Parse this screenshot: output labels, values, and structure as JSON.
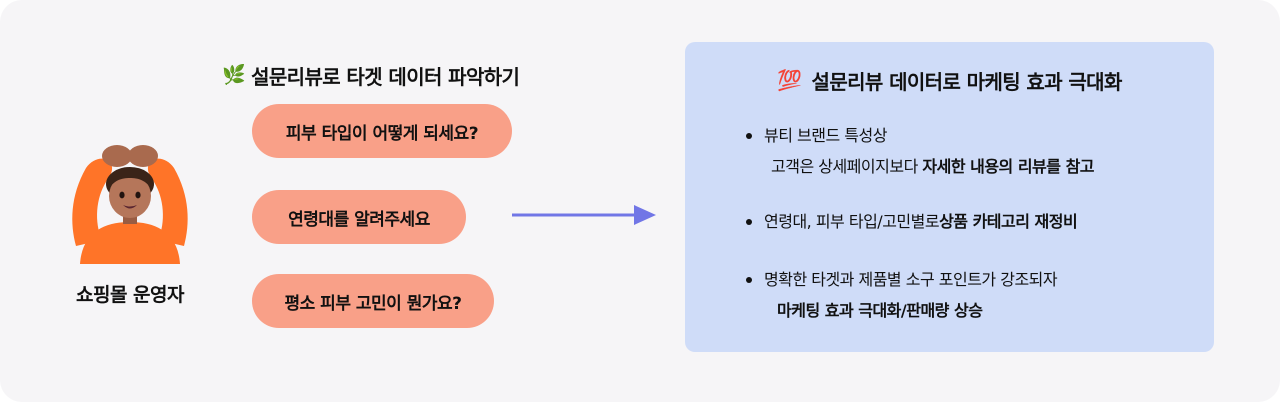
{
  "persona": {
    "label": "쇼핑몰 운영자",
    "avatar_icon": "person-gesturing-ok-emoji"
  },
  "survey": {
    "title_icon": "herb-emoji",
    "title_emoji": "🌿",
    "title": "설문리뷰로 타겟 데이터 파악하기",
    "questions": [
      "피부 타입이 어떻게 되세요?",
      "연령대를 알려주세요",
      "평소 피부 고민이 뭔가요?"
    ]
  },
  "arrow_icon": "arrow-right-icon",
  "result": {
    "title_icon": "hundred-points-emoji",
    "title_emoji": "💯",
    "title": "설문리뷰 데이터로 마케팅 효과 극대화",
    "points": [
      {
        "line1": "뷰티 브랜드 특성상",
        "line2_plain": "고객은 상세페이지보다 ",
        "line2_bold": "자세한 내용의 리뷰를 참고"
      },
      {
        "line1_plain": "연령대, 피부 타입/고민별로 ",
        "line1_bold": "상품 카테고리 재정비"
      },
      {
        "line1": "명확한 타겟과 제품별 소구 포인트가 강조되자",
        "line2_bold": "마케팅 효과 극대화/판매량 상승"
      }
    ]
  },
  "colors": {
    "background": "#f6f5f7",
    "bubble": "#f9a088",
    "panel": "#cfdcf8",
    "arrow": "#7176e6"
  }
}
